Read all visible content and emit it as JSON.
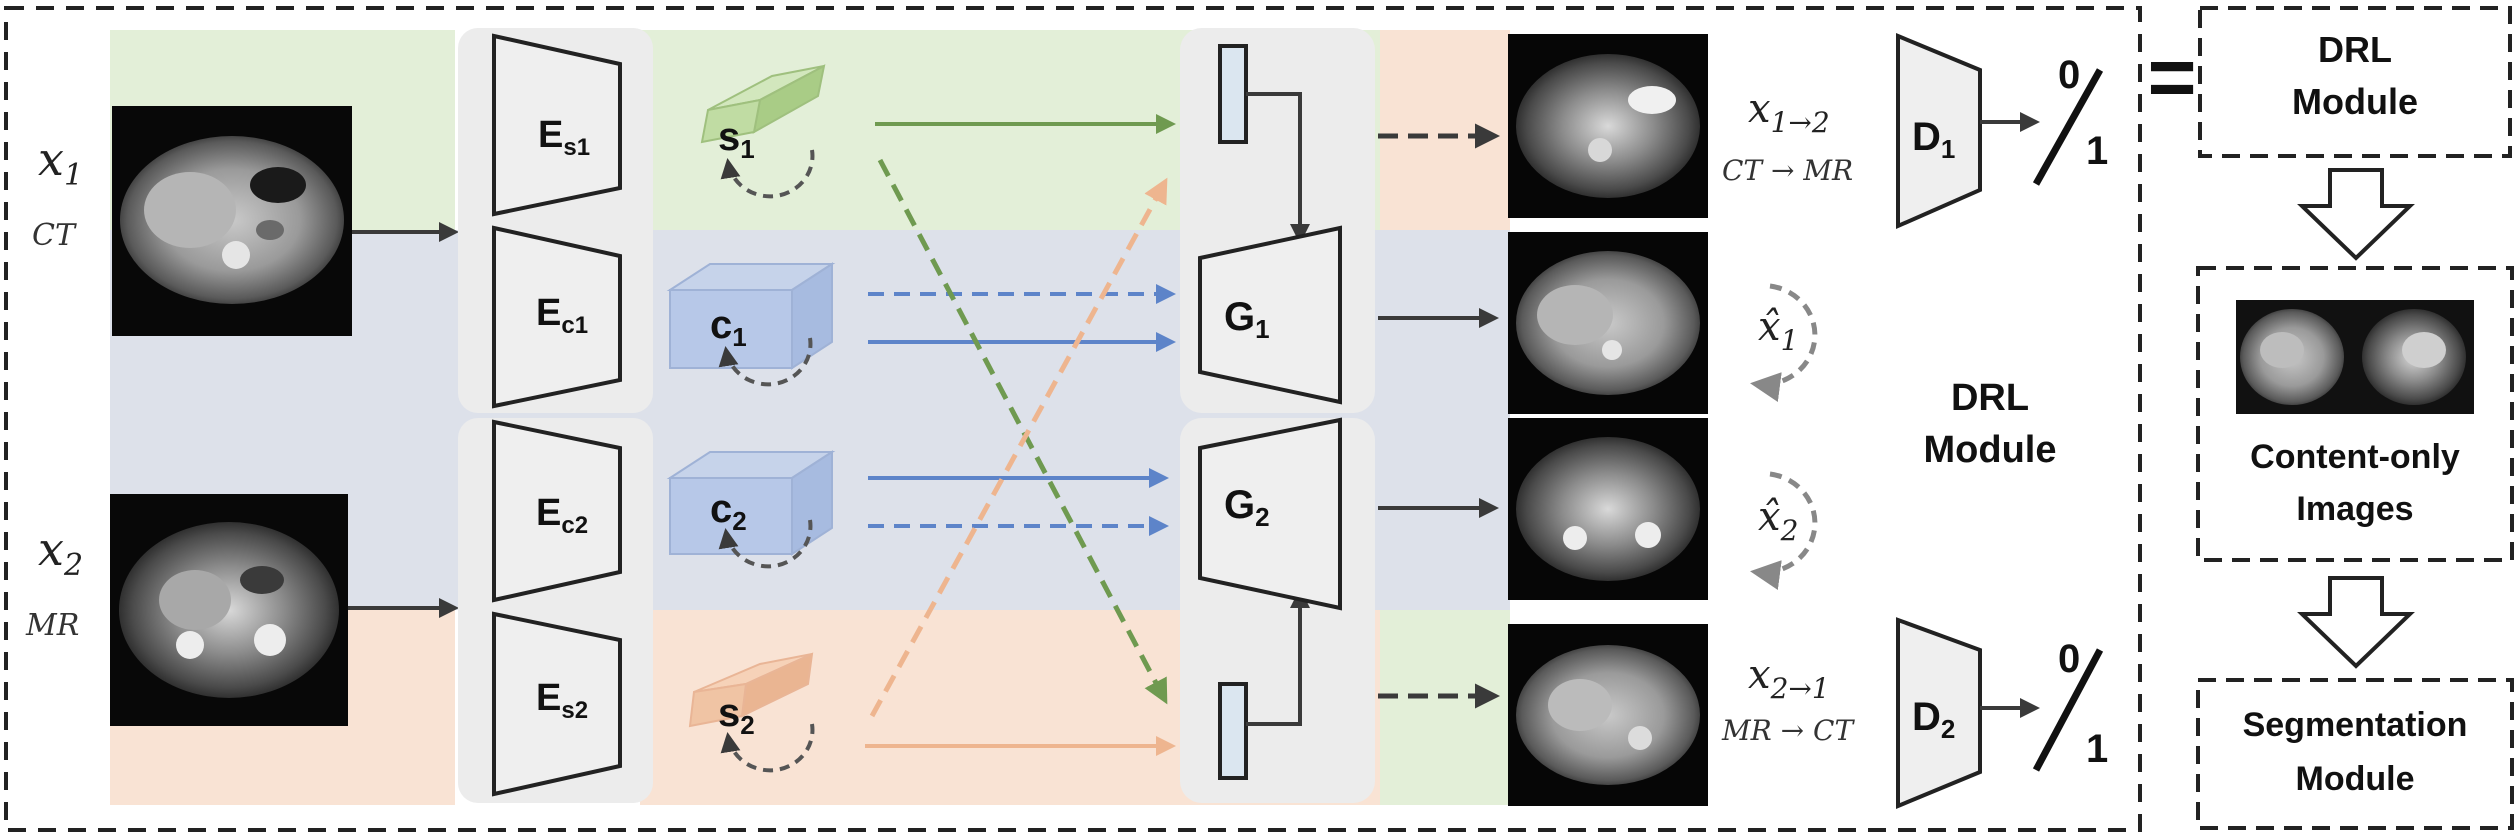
{
  "inputs": {
    "x1": {
      "symbol": "x",
      "sub": "1",
      "modality": "CT"
    },
    "x2": {
      "symbol": "x",
      "sub": "2",
      "modality": "MR"
    }
  },
  "encoders": {
    "es1": {
      "main": "E",
      "sub": "s1"
    },
    "ec1": {
      "main": "E",
      "sub": "c1"
    },
    "ec2": {
      "main": "E",
      "sub": "c2"
    },
    "es2": {
      "main": "E",
      "sub": "s2"
    }
  },
  "codes": {
    "s1": {
      "main": "s",
      "sub": "1"
    },
    "c1": {
      "main": "c",
      "sub": "1"
    },
    "c2": {
      "main": "c",
      "sub": "2"
    },
    "s2": {
      "main": "s",
      "sub": "2"
    }
  },
  "generators": {
    "g1": {
      "main": "G",
      "sub": "1"
    },
    "g2": {
      "main": "G",
      "sub": "2"
    }
  },
  "outputs": {
    "x12": {
      "symbol": "x",
      "sub": "1→2",
      "caption": "CT → MR"
    },
    "xh1": {
      "symbol": "x̂",
      "sub": "1"
    },
    "xh2": {
      "symbol": "x̂",
      "sub": "2"
    },
    "x21": {
      "symbol": "x",
      "sub": "2→1",
      "caption": "MR → CT"
    }
  },
  "discriminators": {
    "d1": {
      "main": "D",
      "sub": "1",
      "out_top": "0",
      "out_bottom": "1"
    },
    "d2": {
      "main": "D",
      "sub": "2",
      "out_top": "0",
      "out_bottom": "1"
    }
  },
  "drl_label": {
    "line1": "DRL",
    "line2": "Module"
  },
  "equals_sign": "=",
  "pipeline": {
    "drl": {
      "line1": "DRL",
      "line2": "Module"
    },
    "content": {
      "line1": "Content-only",
      "line2": "Images"
    },
    "segmentation": {
      "line1": "Segmentation",
      "line2": "Module"
    }
  },
  "colors": {
    "green_band": "#e3efd8",
    "blue_band": "#dde1ea",
    "orange_band": "#f9e3d4",
    "green_arrow": "#6f9a50",
    "blue_arrow": "#5d84c9",
    "orange_arrow": "#eeb58f",
    "dark_arrow": "#3a3a3a",
    "module_gray": "#ececec"
  }
}
